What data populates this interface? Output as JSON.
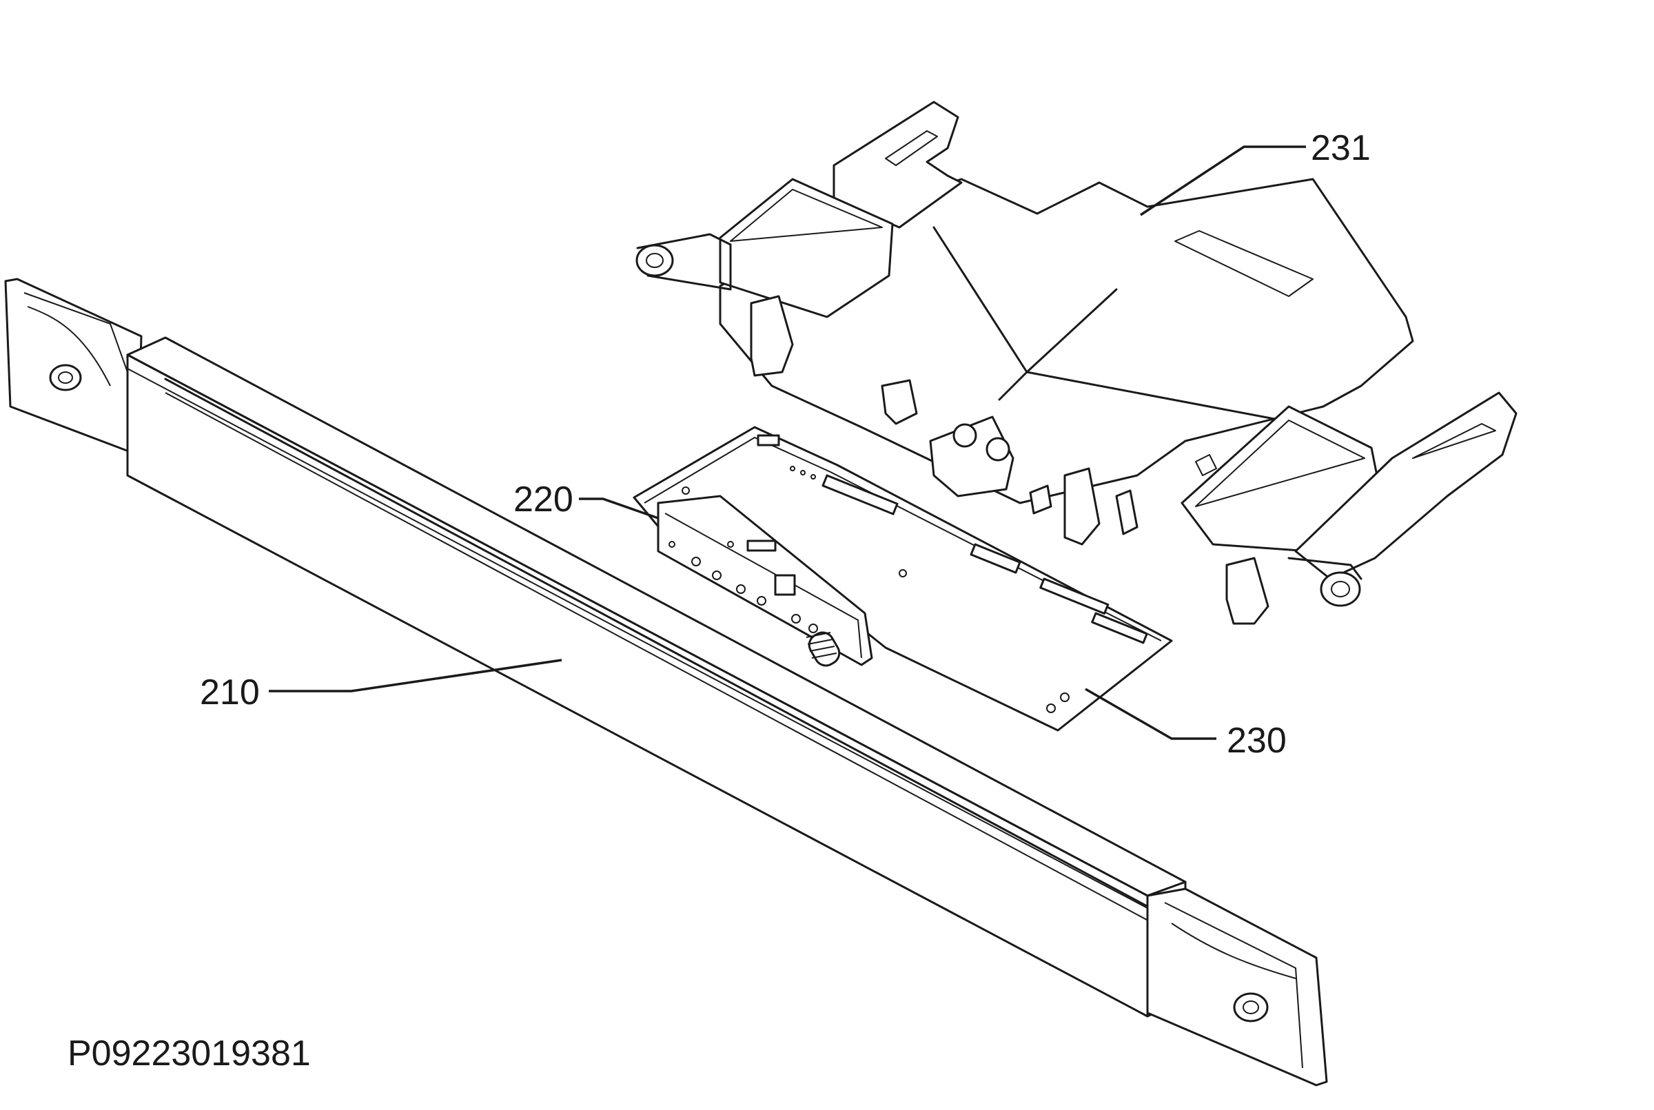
{
  "labels": {
    "part_231": "231",
    "part_220": "220",
    "part_210": "210",
    "part_230": "230"
  },
  "document_code": "P09223019381"
}
